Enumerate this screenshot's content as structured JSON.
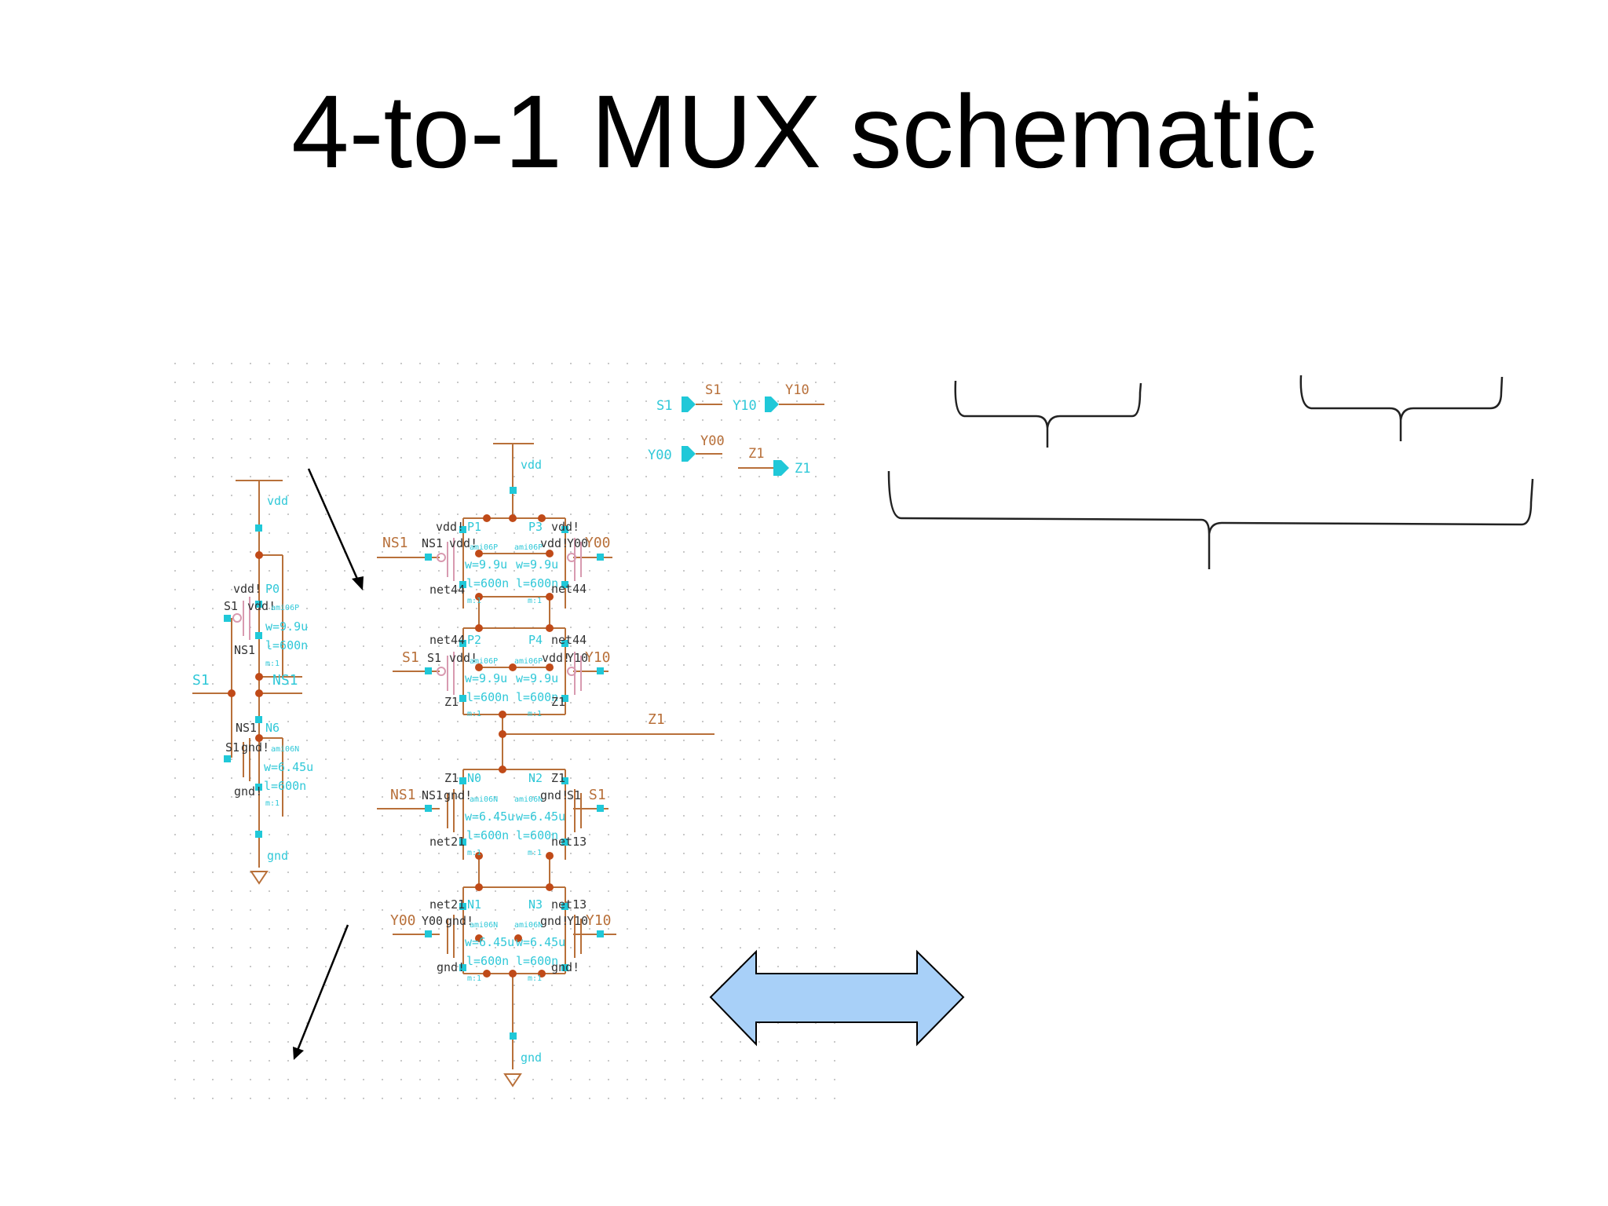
{
  "title": "4-to-1 MUX schematic",
  "colors": {
    "wire": "#b8703a",
    "net_label": "#333333",
    "pin_label": "#30c8d8",
    "node": "#c04a18",
    "terminal": "#20c8d8",
    "pmos": "#d89ab0",
    "grid_dot": "#c8c8c8",
    "arrow_fill": "#a8d0f8",
    "arrow_stroke": "#000000"
  },
  "inverter": {
    "vdd": "vdd",
    "gnd": "gnd",
    "p_name": "P0",
    "n_name": "N6",
    "p_model": "ami06P",
    "n_model": "ami06N",
    "p_w": "w=9.9u",
    "p_l": "l=600n",
    "n_w": "w=6.45u",
    "n_l": "l=600n",
    "m": "m:1",
    "p_top": "vdd!",
    "p_gate": "S1",
    "p_body": "vdd!",
    "p_bottom": "NS1",
    "in_label": "S1",
    "out_label": "NS1",
    "n_top": "NS1",
    "n_gate": "S1",
    "n_body": "gnd!",
    "n_bottom": "gnd!"
  },
  "pins": {
    "in_top_left": "S1",
    "in_top_left_wire": "S1",
    "in_top_right": "Y10",
    "in_top_right_wire": "Y10",
    "in_bot_left": "Y00",
    "in_bot_left_wire": "Y00",
    "out_wire": "Z1",
    "out": "Z1"
  },
  "mux": {
    "vdd": "vdd",
    "gnd": "gnd",
    "p1": {
      "name": "P1",
      "top": "vdd!",
      "gate": "NS1",
      "body": "vdd!",
      "model": "ami06P",
      "w": "w=9.9u",
      "l": "l=600n",
      "bottom": "net44",
      "m": "m:1",
      "input": "NS1"
    },
    "p3": {
      "name": "P3",
      "top": "vdd!",
      "gate": "Y00",
      "body": "vdd!",
      "model": "ami06P",
      "w": "w=9.9u",
      "l": "l=600n",
      "bottom": "net44",
      "m": "m:1",
      "input": "Y00"
    },
    "p2": {
      "name": "P2",
      "top": "net44",
      "gate": "S1",
      "body": "vdd!",
      "model": "ami06P",
      "w": "w=9.9u",
      "l": "l=600n",
      "bottom": "Z1",
      "m": "m:1",
      "input": "S1"
    },
    "p4": {
      "name": "P4",
      "top": "net44",
      "gate": "Y10",
      "body": "vdd!",
      "model": "ami06P",
      "w": "w=9.9u",
      "l": "l=600n",
      "bottom": "Z1",
      "m": "m:1",
      "input": "Y10"
    },
    "n0": {
      "name": "N0",
      "top": "Z1",
      "gate": "NS1",
      "body": "gnd!",
      "model": "ami06N",
      "w": "w=6.45u",
      "l": "l=600n",
      "bottom": "net21",
      "m": "m:1",
      "input": "NS1"
    },
    "n2": {
      "name": "N2",
      "top": "Z1",
      "gate": "S1",
      "body": "gnd!",
      "model": "ami06N",
      "w": "w=6.45u",
      "l": "l=600n",
      "bottom": "net13",
      "m": "m:1",
      "input": "S1"
    },
    "n1": {
      "name": "N1",
      "top": "net21",
      "gate": "Y00",
      "body": "gnd!",
      "model": "ami06N",
      "w": "w=6.45u",
      "l": "l=600n",
      "bottom": "gnd!",
      "m": "m:1",
      "input": "Y00"
    },
    "n3": {
      "name": "N3",
      "top": "net13",
      "gate": "Y10",
      "body": "gnd!",
      "model": "ami06N",
      "w": "w=6.45u",
      "l": "l=600n",
      "bottom": "gnd!",
      "m": "m:1",
      "input": "Y10"
    },
    "z_output": "Z1"
  },
  "annotations": {
    "brackets": 3,
    "arrows": 2,
    "double_arrow": "horizontal"
  }
}
